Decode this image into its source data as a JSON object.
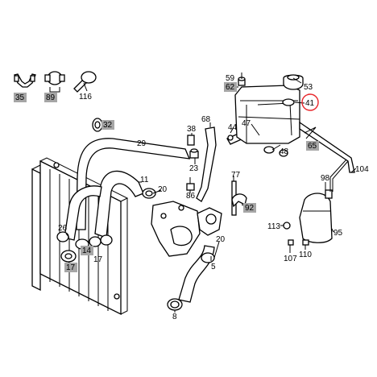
{
  "callouts": {
    "c35": "35",
    "c89": "89",
    "c116": "116",
    "c59": "59",
    "c62": "62",
    "c53": "53",
    "c41": "41",
    "c32": "32",
    "c29": "29",
    "c68": "68",
    "c38": "38",
    "c44": "44",
    "c47": "47",
    "c48": "48",
    "c65": "65",
    "c23": "23",
    "c11": "11",
    "c20a": "20",
    "c86": "86",
    "c77": "77",
    "c92": "92",
    "c98": "98",
    "c104": "104",
    "c26": "26",
    "c14": "14",
    "c17a": "17",
    "c17b": "17",
    "c113": "113",
    "c95": "95",
    "c107": "107",
    "c110": "110",
    "c20b": "20",
    "c5": "5",
    "c8": "8"
  },
  "colors": {
    "highlight_box": "#a6a6a6",
    "highlight_ring": "#e8262a",
    "stroke": "#000000"
  }
}
